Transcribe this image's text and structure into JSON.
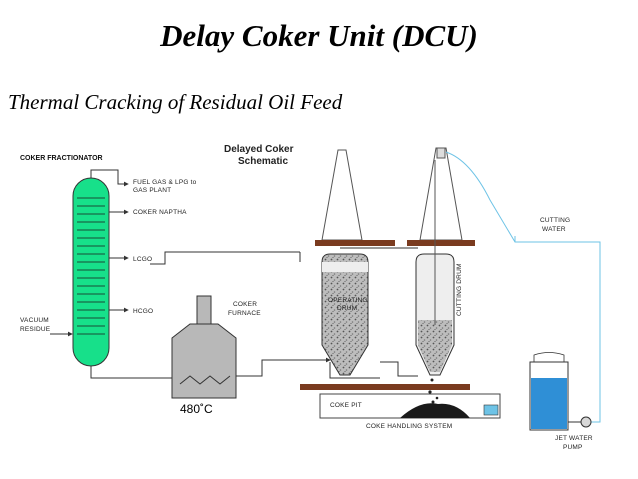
{
  "title": "Delay Coker Unit (DCU)",
  "subtitle": "Thermal Cracking of Residual  Oil  Feed",
  "diagram": {
    "schematic_title_line1": "Delayed Coker",
    "schematic_title_line2": "Schematic",
    "coker_fractionator": "COKER FRACTIONATOR",
    "fuel_gas_line1": "FUEL GAS & LPG to",
    "fuel_gas_line2": "GAS PLANT",
    "coker_naptha": "COKER NAPTHA",
    "lcgo": "LCGO",
    "hcgo": "HCGO",
    "vacuum_line1": "VACUUM",
    "vacuum_line2": "RESIDUE",
    "furnace_line1": "COKER",
    "furnace_line2": "FURNACE",
    "operating_drum_line1": "OPERATING",
    "operating_drum_line2": "DRUM",
    "cutting_drum": "CUTTING DRUM",
    "cutting_water_line1": "CUTTING",
    "cutting_water_line2": "WATER",
    "coke_pit": "COKE PIT",
    "coke_handling": "COKE HANDLING SYSTEM",
    "jet_pump_line1": "JET WATER",
    "jet_pump_line2": "PUMP",
    "temperature": "480˚C"
  },
  "colors": {
    "fractionator_fill": "#17e08a",
    "water_line": "#6ec3e6",
    "tank_water": "#2f8fd6",
    "drum_band": "#7a3b1f",
    "coke_fill": "#9a9a9a",
    "furnace_fill": "#b8b8b8"
  }
}
